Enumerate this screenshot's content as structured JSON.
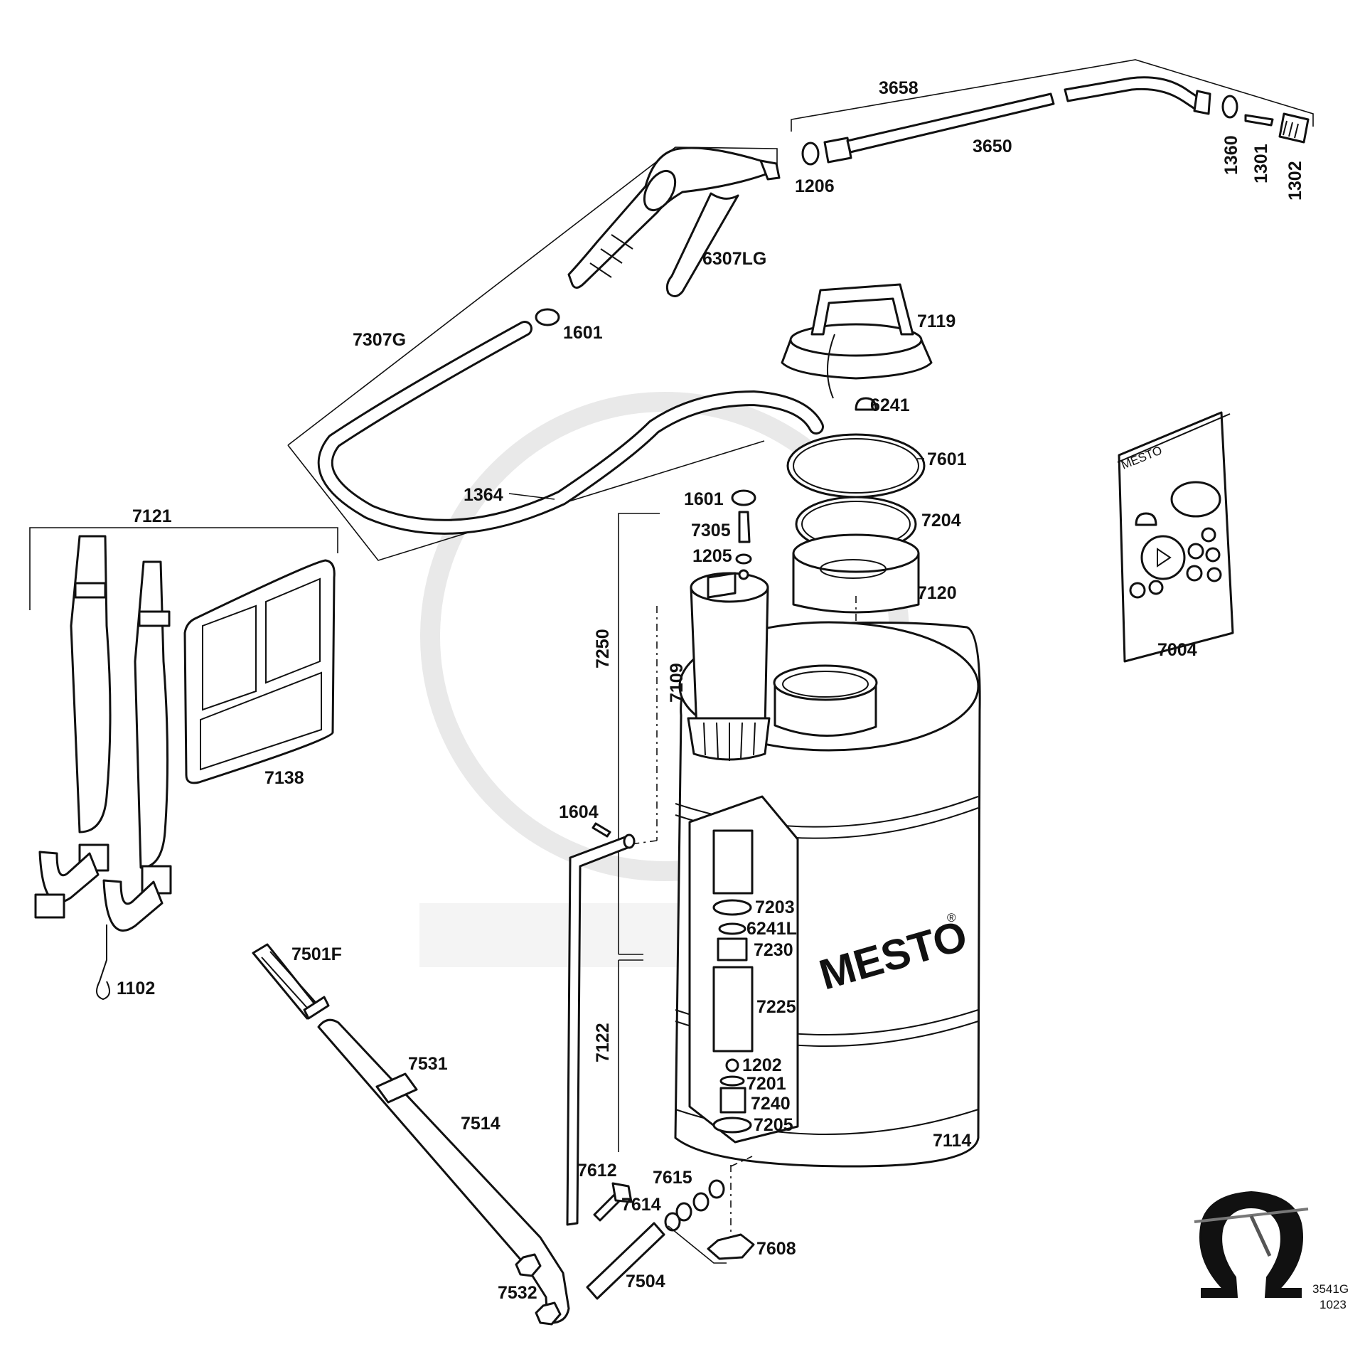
{
  "diagram": {
    "brand_text": "MESTO",
    "registered_mark": "®",
    "card_brand_text": "MESTO",
    "doc_code": "3541G",
    "doc_date": "1023"
  },
  "labels": {
    "l3658": "3658",
    "l3650": "3650",
    "l1206": "1206",
    "l1360": "1360",
    "l1301": "1301",
    "l1302": "1302",
    "l6307LG": "6307LG",
    "l1601a": "1601",
    "l7307G": "7307G",
    "l7119": "7119",
    "l6241": "6241",
    "l7601": "7601",
    "l1364": "1364",
    "l1601b": "1601",
    "l7305": "7305",
    "l1205": "1205",
    "l7204": "7204",
    "l7120": "7120",
    "l7121": "7121",
    "l7138": "7138",
    "l7004": "7004",
    "l7250": "7250",
    "l7109": "7109",
    "l1604": "1604",
    "l1102": "1102",
    "l7203": "7203",
    "l6241L": "6241L",
    "l7230": "7230",
    "l7225": "7225",
    "l7501F": "7501F",
    "l7122": "7122",
    "l1202": "1202",
    "l7201": "7201",
    "l7240": "7240",
    "l7205": "7205",
    "l7531": "7531",
    "l7514": "7514",
    "l7114": "7114",
    "l7612": "7612",
    "l7615": "7615",
    "l7614": "7614",
    "l7608": "7608",
    "l7504": "7504",
    "l7532": "7532"
  },
  "colors": {
    "ink": "#111111",
    "paper": "#ffffff",
    "watermark": "#e9e9e9"
  }
}
